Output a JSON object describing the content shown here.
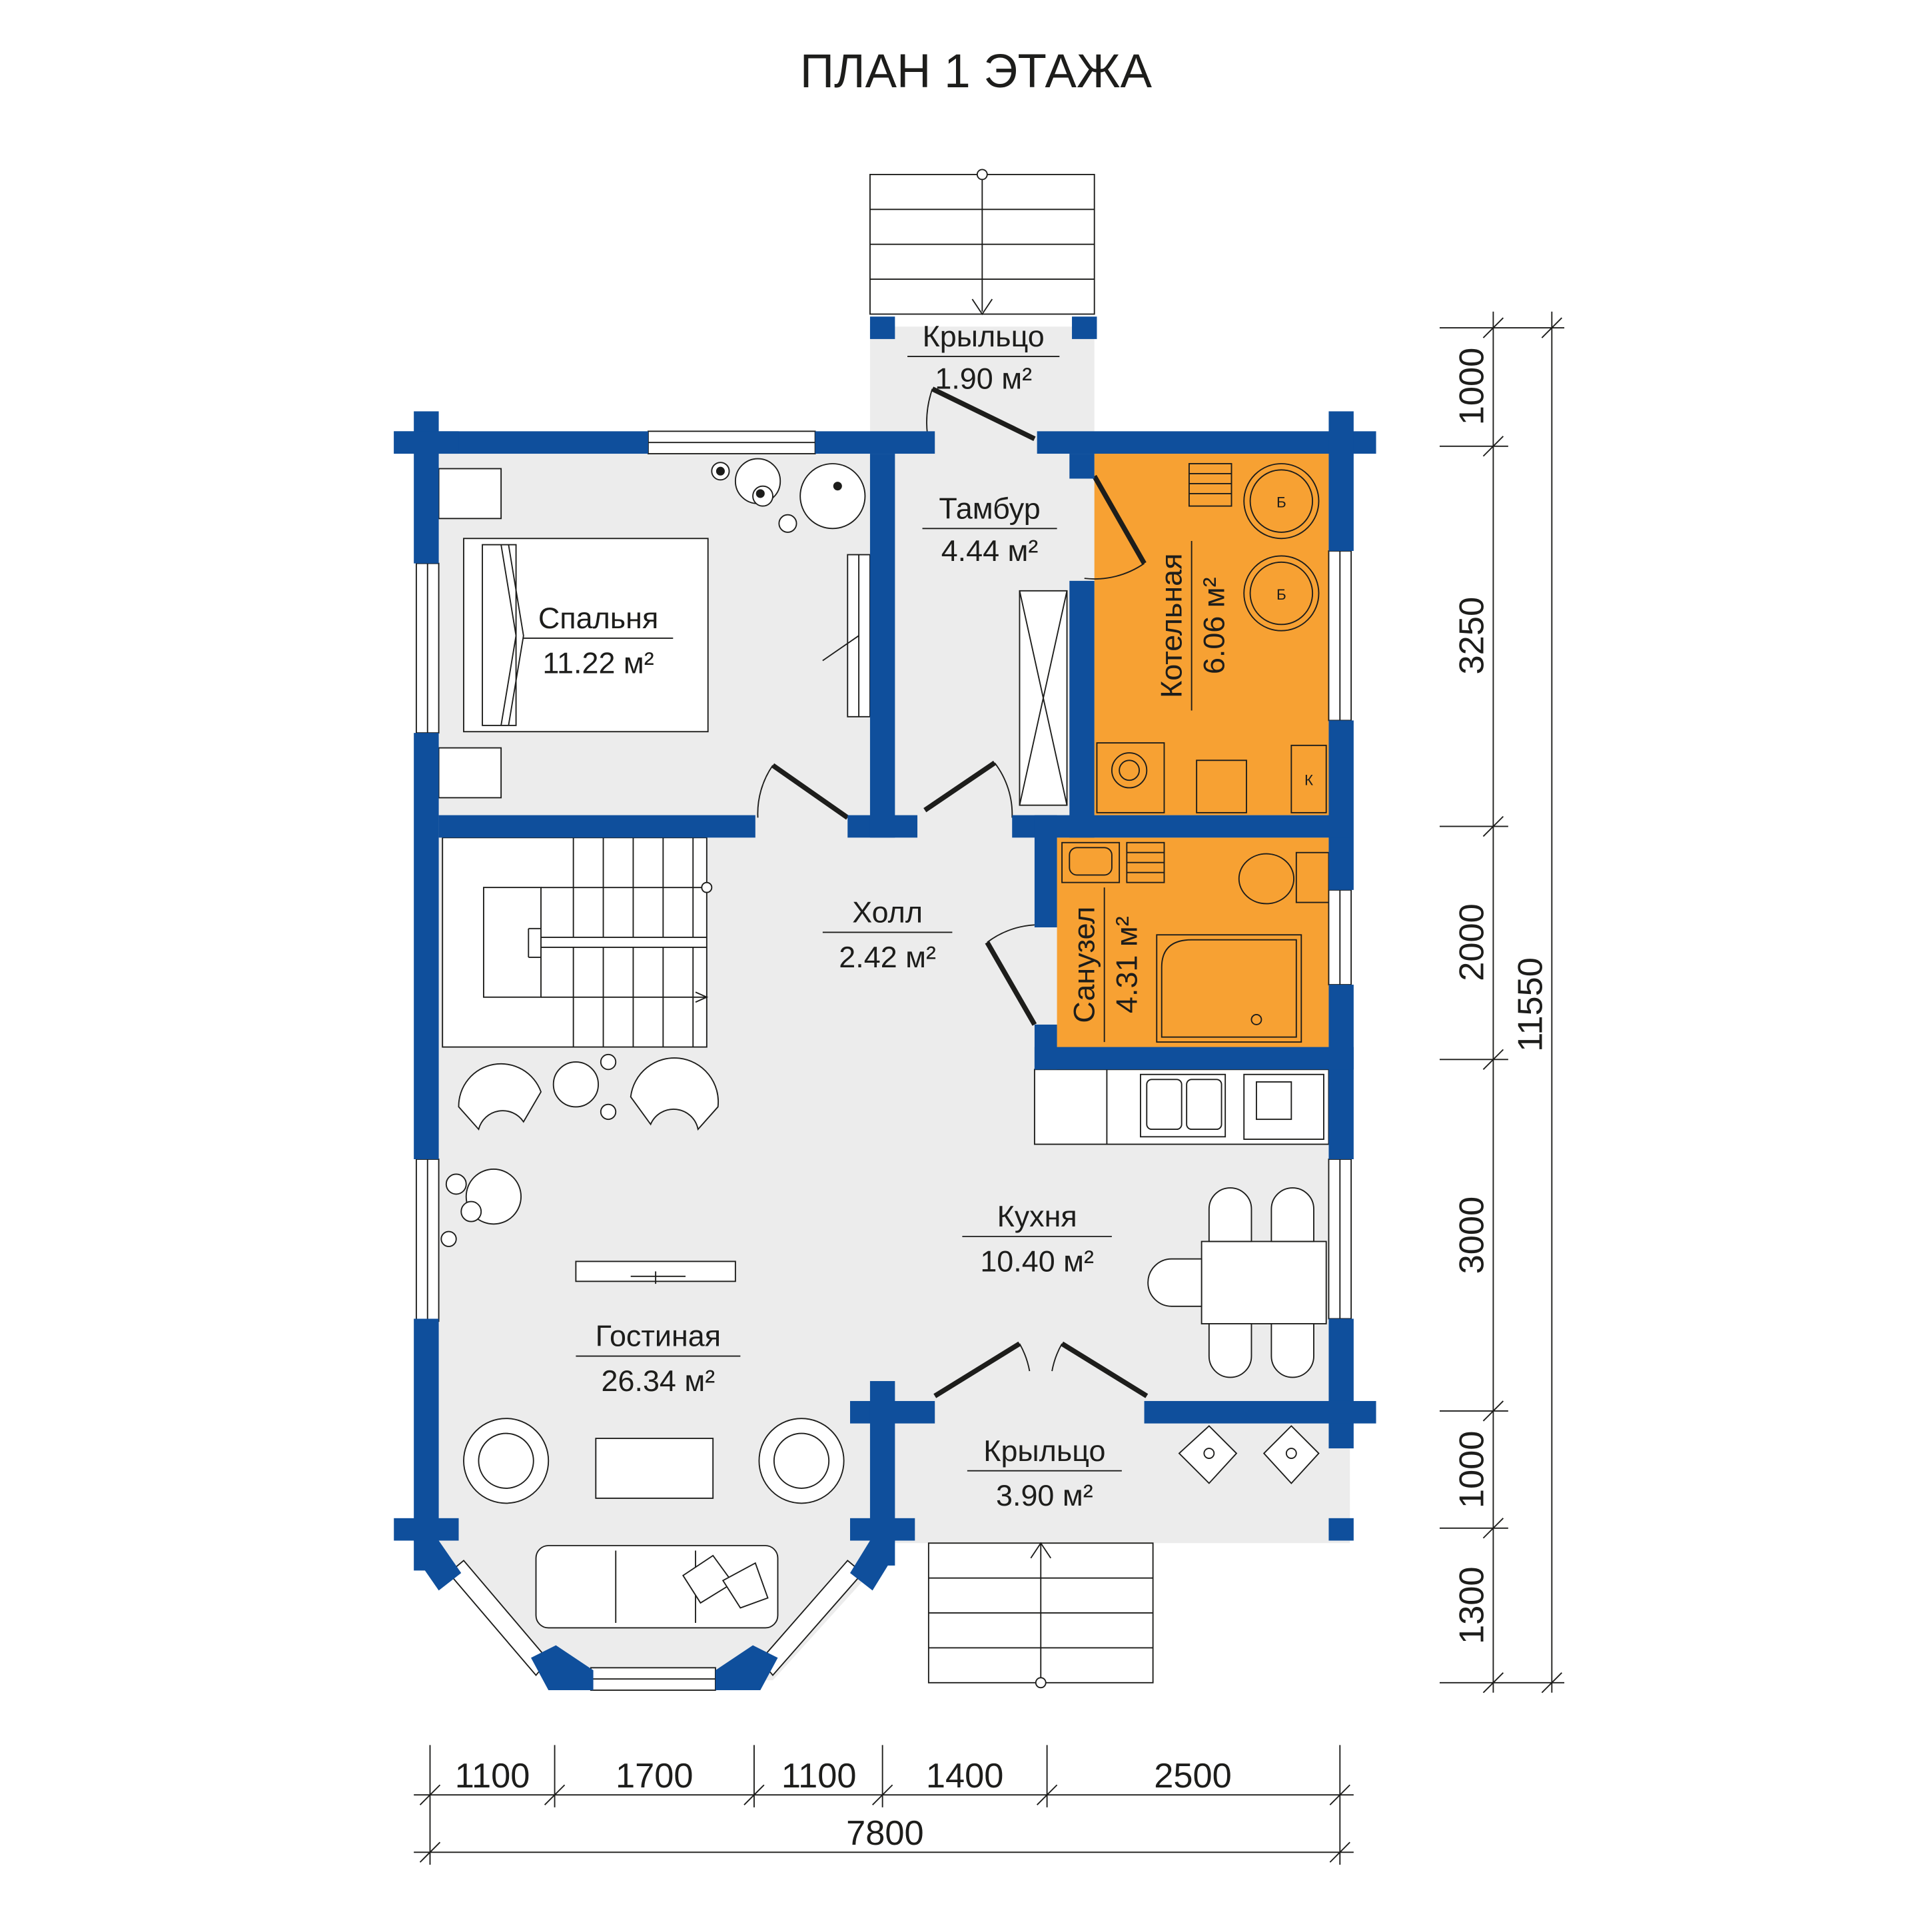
{
  "title": "ПЛАН 1 ЭТАЖА",
  "colors": {
    "wall": "#0f4f9c",
    "floor": "#ececec",
    "technical_room": "#f7a133",
    "line": "#1d1d1b"
  },
  "rooms": {
    "porch_top": {
      "name": "Крыльцо",
      "area": "1.90 м²"
    },
    "vestibule": {
      "name": "Тамбур",
      "area": "4.44 м²"
    },
    "boiler": {
      "name": "Котельная",
      "area": "6.06 м²"
    },
    "bedroom": {
      "name": "Спальня",
      "area": "11.22 м²"
    },
    "hall": {
      "name": "Холл",
      "area": "2.42 м²"
    },
    "bathroom": {
      "name": "Санузел",
      "area": "4.31 м²"
    },
    "kitchen": {
      "name": "Кухня",
      "area": "10.40 м²"
    },
    "living": {
      "name": "Гостиная",
      "area": "26.34 м²"
    },
    "porch_bottom": {
      "name": "Крыльцо",
      "area": "3.90 м²"
    }
  },
  "equipment": {
    "boiler_1": "Б",
    "boiler_2": "Б",
    "boiler_3": "К"
  },
  "dimensions": {
    "bottom": [
      "1100",
      "1700",
      "1100",
      "1400",
      "2500"
    ],
    "bottom_total": "7800",
    "right": [
      "1000",
      "3250",
      "2000",
      "3000",
      "1000",
      "1300"
    ],
    "right_total": "11550"
  }
}
